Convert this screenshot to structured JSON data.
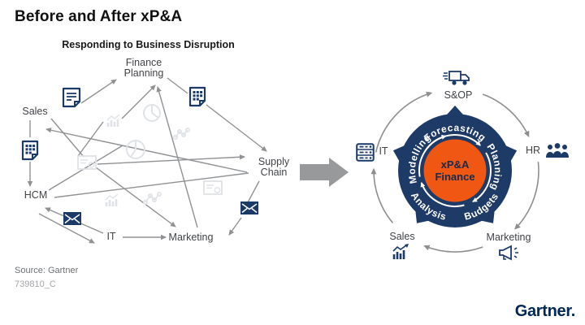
{
  "title": "Before and After xP&A",
  "before": {
    "subtitle": "Responding to Business Disruption",
    "nodes": {
      "finance_planning": {
        "line1": "Finance",
        "line2": "Planning"
      },
      "sales": "Sales",
      "supply_chain": {
        "line1": "Supply",
        "line2": "Chain"
      },
      "hcm": "HCM",
      "it": "IT",
      "marketing": "Marketing"
    },
    "icons": {
      "dark_blue": [
        "report-document-icon",
        "spreadsheet-document-icon",
        "envelope-icon"
      ],
      "light_gray": [
        "bar-chart-icon",
        "pie-chart-icon",
        "scatter-plot-icon",
        "id-card-icon"
      ],
      "dark_color": "#1b3a68",
      "light_color": "#dfe2e6",
      "line_color": "#8f9194"
    }
  },
  "transition": {
    "arrow_color": "#97999b"
  },
  "after": {
    "ring": [
      "Forecasting",
      "Planning",
      "Budgets",
      "Analysis",
      "Modelling"
    ],
    "center": {
      "line1": "xP&A",
      "line2": "Finance"
    },
    "outer_nodes": {
      "sop": {
        "label": "S&OP",
        "icon": "truck-icon"
      },
      "hr": {
        "label": "HR",
        "icon": "people-icon"
      },
      "marketing": {
        "label": "Marketing",
        "icon": "megaphone-icon"
      },
      "sales": {
        "label": "Sales",
        "icon": "sales-chart-icon"
      },
      "it": {
        "label": "IT",
        "icon": "server-icon"
      }
    },
    "colors": {
      "ring_navy": "#1e3a66",
      "center_orange": "#ef5713",
      "arrow_gray": "#8c8e90"
    }
  },
  "footer": {
    "source": "Source: Gartner",
    "document_id": "739810_C",
    "logo": "Gartner."
  }
}
